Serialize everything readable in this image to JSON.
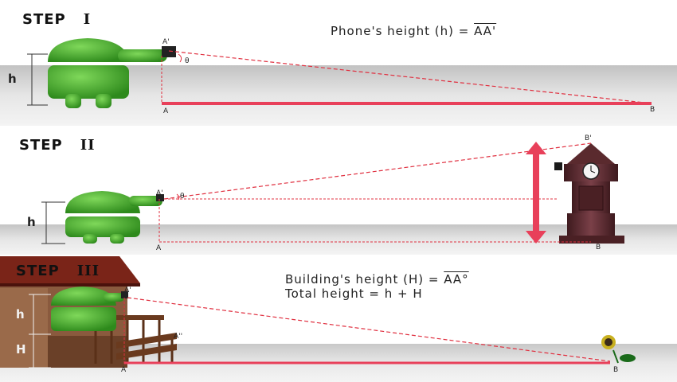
{
  "steps": [
    {
      "title": "STEP",
      "roman": "I",
      "formula": {
        "prefix": "Phone's height (h) = ",
        "segment": "AA'"
      },
      "height_label": "h",
      "points": {
        "top": "A'",
        "base": "A",
        "far": "B",
        "angle": "θ"
      }
    },
    {
      "title": "STEP",
      "roman": "II",
      "height_label": "h",
      "points": {
        "top": "A'",
        "base": "A",
        "far_top": "B'",
        "far": "B",
        "angle": "θ"
      }
    },
    {
      "title": "STEP",
      "roman": "III",
      "formula_1": {
        "prefix": "Building's height (H) = ",
        "segment": "AA°"
      },
      "formula_2": "Total height = h + H",
      "height_labels": [
        "h",
        "H"
      ],
      "points": {
        "top": "A'",
        "mid": "A''",
        "base": "A",
        "far": "B"
      }
    }
  ],
  "colors": {
    "line": "#e03040",
    "arrow": "#e8405a",
    "android": "#4caa2a",
    "tower": "#5a2a2e",
    "roof": "#7a2418",
    "ground": "#d8d8d8"
  }
}
